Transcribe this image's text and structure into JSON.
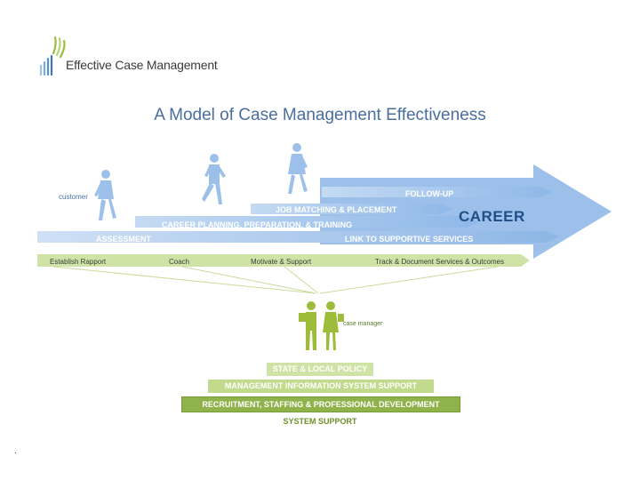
{
  "logo": {
    "name": "Effective Case Management"
  },
  "title": "A Model of Case Management Effectiveness",
  "labels": {
    "customer": "customer",
    "case_manager": "case manager",
    "career": "CAREER"
  },
  "bands": {
    "follow_up": "FOLLOW-UP",
    "job_matching": "JOB MATCHING & PLACEMENT",
    "career_planning": "CAREER PLANNING, PREPARATION, & TRAINING",
    "assessment": "ASSESSMENT",
    "link_services": "LINK TO SUPPORTIVE SERVICES"
  },
  "activities": [
    "Establish Rapport",
    "Coach",
    "Motivate & Support",
    "Track & Document Services & Outcomes"
  ],
  "supports": {
    "state_policy": "STATE & LOCAL POLICY",
    "mis": "MANAGEMENT INFORMATION SYSTEM SUPPORT",
    "recruitment": "RECRUITMENT, STAFFING & PROFESSIONAL DEVELOPMENT",
    "system_support": "SYSTEM SUPPORT"
  },
  "footer_mark": ".",
  "colors": {
    "arrow_blue": "#9dc0ea",
    "band_blue": "#b7d2f1",
    "dark_blue_text": "#1f4f86",
    "green_light": "#cfe3a6",
    "green_mid": "#b9d57c",
    "green_dark": "#8fb24a",
    "figure_blue": "#9cc0ea",
    "figure_green": "#9cbc3a",
    "title_blue": "#4a6e9e"
  }
}
